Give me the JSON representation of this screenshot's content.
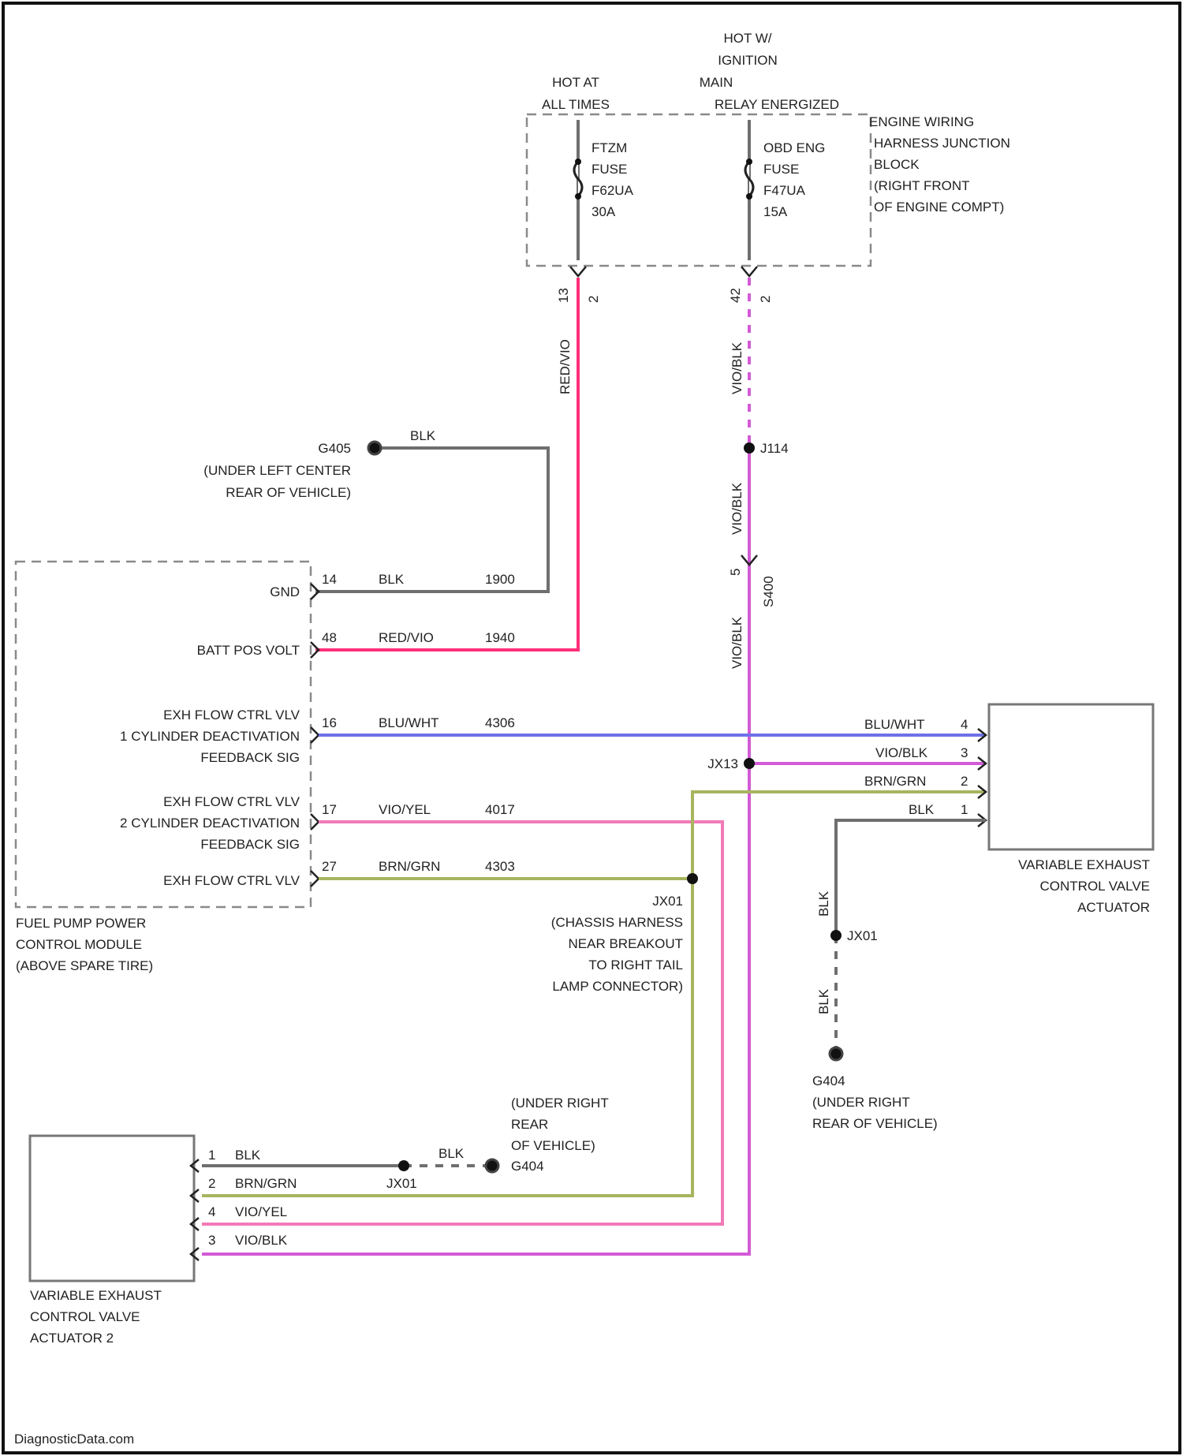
{
  "top_labels": {
    "hot_at_all_times": [
      "HOT AT",
      "ALL TIMES"
    ],
    "hot_ignition": [
      "HOT W/",
      "IGNITION",
      "MAIN",
      "RELAY ENERGIZED"
    ]
  },
  "junction_block": {
    "label": [
      "ENGINE WIRING",
      "HARNESS JUNCTION",
      "BLOCK",
      "(RIGHT FRONT",
      "OF ENGINE COMPT)"
    ],
    "fuse_left": [
      "FTZM",
      "FUSE",
      "F62UA",
      "30A"
    ],
    "fuse_right": [
      "OBD ENG",
      "FUSE",
      "F47UA",
      "15A"
    ],
    "pin_left": [
      "13",
      "2"
    ],
    "pin_right": [
      "42",
      "2"
    ]
  },
  "wire_labels": {
    "red_vertical": "RED/VIO",
    "vio_top": "VIO/BLK",
    "vio_mid": "VIO/BLK",
    "vio_low": "VIO/BLK",
    "vio_pin_no": "5",
    "vio_connector": "S400"
  },
  "splices": {
    "j114": "J114",
    "jx13": "JX13",
    "jx01_upper": "JX01",
    "jx01_lower": "JX01"
  },
  "grounds": {
    "g405": {
      "name": "G405",
      "location": [
        "(UNDER LEFT CENTER",
        "REAR OF VEHICLE)"
      ]
    },
    "g404_right": {
      "name": "G404",
      "location": [
        "(UNDER RIGHT",
        "REAR OF VEHICLE)"
      ]
    },
    "g404_lower": {
      "name": "G404",
      "location": [
        "(UNDER RIGHT",
        "REAR",
        "OF VEHICLE)"
      ]
    }
  },
  "ground_wire_label": "BLK",
  "module": {
    "name": [
      "FUEL PUMP POWER",
      "CONTROL MODULE",
      "(ABOVE SPARE TIRE)"
    ],
    "pins": [
      {
        "label": [
          "GND"
        ],
        "pin": "14",
        "color": "BLK",
        "circuit": "1900"
      },
      {
        "label": [
          "BATT POS VOLT"
        ],
        "pin": "48",
        "color": "RED/VIO",
        "circuit": "1940"
      },
      {
        "label": [
          "EXH FLOW CTRL VLV",
          "1 CYLINDER DEACTIVATION",
          "FEEDBACK SIG"
        ],
        "pin": "16",
        "color": "BLU/WHT",
        "circuit": "4306"
      },
      {
        "label": [
          "EXH FLOW CTRL VLV",
          "2 CYLINDER DEACTIVATION",
          "FEEDBACK SIG"
        ],
        "pin": "17",
        "color": "VIO/YEL",
        "circuit": "4017"
      },
      {
        "label": [
          "EXH FLOW CTRL VLV"
        ],
        "pin": "27",
        "color": "BRN/GRN",
        "circuit": "4303"
      }
    ]
  },
  "actuator_right": {
    "name": [
      "VARIABLE EXHAUST",
      "CONTROL VALVE",
      "ACTUATOR"
    ],
    "pins": [
      {
        "color": "BLU/WHT",
        "pin": "4"
      },
      {
        "color": "VIO/BLK",
        "pin": "3"
      },
      {
        "color": "BRN/GRN",
        "pin": "2"
      },
      {
        "color": "BLK",
        "pin": "1"
      }
    ]
  },
  "actuator_left": {
    "name": [
      "VARIABLE EXHAUST",
      "CONTROL VALVE",
      "ACTUATOR 2"
    ],
    "pins": [
      {
        "pin": "1",
        "color": "BLK"
      },
      {
        "pin": "2",
        "color": "BRN/GRN"
      },
      {
        "pin": "4",
        "color": "VIO/YEL"
      },
      {
        "pin": "3",
        "color": "VIO/BLK"
      }
    ]
  },
  "splice_jx01_location": [
    "JX01",
    "(CHASSIS HARNESS",
    "NEAR BREAKOUT",
    "TO RIGHT TAIL",
    "LAMP CONNECTOR)"
  ],
  "footer": "DiagnosticData.com"
}
